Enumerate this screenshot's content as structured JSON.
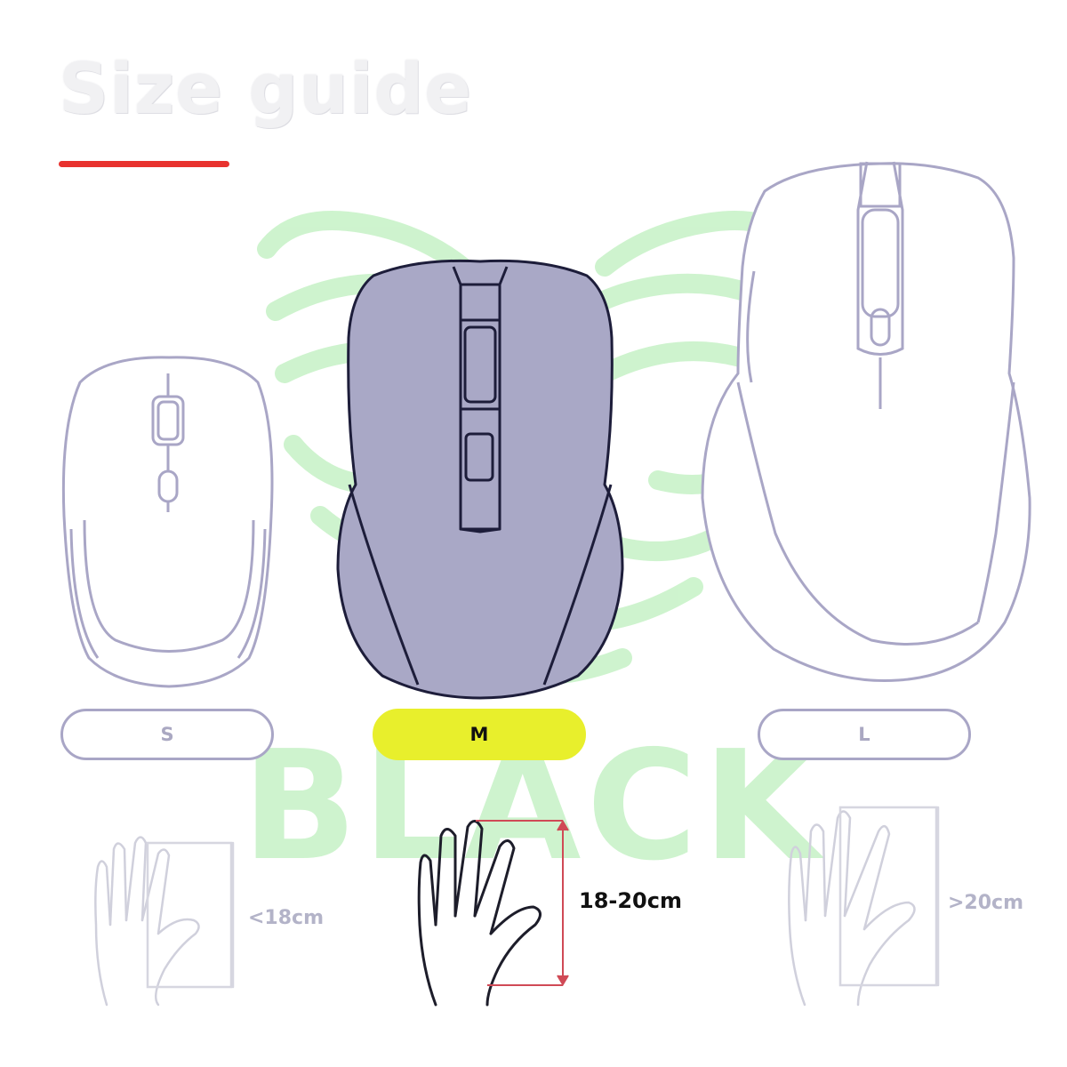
{
  "title": "Size guide",
  "accent_color": "#e8322e",
  "highlight_color": "#e8ef2c",
  "outline_color": "#a9a6c6",
  "sizes": [
    {
      "label": "S",
      "selected": false
    },
    {
      "label": "M",
      "selected": true
    },
    {
      "label": "L",
      "selected": false
    }
  ],
  "hand_lengths": {
    "small": "<18cm",
    "medium": "18-20cm",
    "large": ">20cm"
  },
  "watermark": {
    "text": "BLACK"
  },
  "icons": [
    "small-mouse-icon",
    "medium-mouse-icon",
    "large-mouse-icon",
    "small-hand-icon",
    "medium-hand-icon",
    "large-hand-icon",
    "logo-watermark-icon"
  ]
}
